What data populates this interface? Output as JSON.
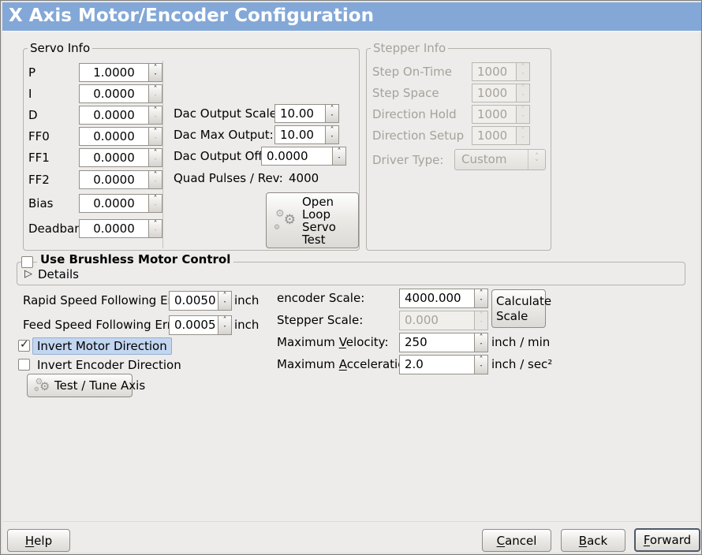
{
  "window": {
    "title": "X Axis Motor/Encoder Configuration"
  },
  "colors": {
    "titlebar": "#83a8d7",
    "background": "#edeceb",
    "focus_highlight": "#c3d6f0"
  },
  "icons": {
    "spin_up": "˄",
    "spin_down": "˅",
    "expander": "▷",
    "check": "✓",
    "gear": "⚙"
  },
  "servo_frame": {
    "title": "Servo Info",
    "fields": [
      {
        "label": "P",
        "value": "1.0000"
      },
      {
        "label": "I",
        "value": "0.0000"
      },
      {
        "label": "D",
        "value": "0.0000"
      },
      {
        "label": "FF0",
        "value": "0.0000"
      },
      {
        "label": "FF1",
        "value": "0.0000"
      },
      {
        "label": "FF2",
        "value": "0.0000"
      },
      {
        "label": "Bias",
        "value": "0.0000"
      },
      {
        "label": "Deadband",
        "value": "0.0000"
      }
    ],
    "dac_output_scale_label": "Dac Output Scale:",
    "dac_output_scale_value": "10.00",
    "dac_max_output_label": "Dac Max Output:",
    "dac_max_output_value": "10.00",
    "dac_output_offset_label": "Dac Output Offset:",
    "dac_output_offset_value": "0.0000",
    "quad_pulses_label": "Quad Pulses / Rev:",
    "quad_pulses_value": "4000",
    "open_loop_button_lines": [
      "Open",
      "Loop",
      "Servo",
      "Test"
    ]
  },
  "stepper_frame": {
    "title": "Stepper Info",
    "fields": [
      {
        "label": "Step On-Time",
        "value": "1000"
      },
      {
        "label": "Step Space",
        "value": "1000"
      },
      {
        "label": "Direction Hold",
        "value": "1000"
      },
      {
        "label": "Direction Setup",
        "value": "1000"
      }
    ],
    "driver_type_label": "Driver Type:",
    "driver_type_value": "Custom"
  },
  "brushless_frame": {
    "checkbox_label": "Use Brushless Motor Control",
    "checkbox_checked": false,
    "details_label": "Details"
  },
  "following_error": {
    "rapid_label": "Rapid Speed Following Error:",
    "rapid_value": "0.0050",
    "rapid_unit": "inch",
    "feed_label": "Feed Speed Following Error:",
    "feed_value": "0.0005",
    "feed_unit": "inch"
  },
  "scale_section": {
    "encoder_scale_label": "encoder Scale:",
    "encoder_scale_value": "4000.000",
    "stepper_scale_label": "Stepper Scale:",
    "stepper_scale_value": "0.000",
    "calculate_button_lines": [
      "Calculate",
      "Scale"
    ],
    "max_velocity_label": {
      "pre": "Maximum ",
      "key": "V",
      "post": "elocity:"
    },
    "max_velocity_value": "250",
    "max_velocity_unit": "inch / min",
    "max_acceleration_label": {
      "pre": "Maximum ",
      "key": "A",
      "post": "cceleration:"
    },
    "max_acceleration_value": "2.0",
    "max_acceleration_unit": "inch / sec²"
  },
  "direction": {
    "invert_motor_label": "Invert Motor Direction",
    "invert_motor_checked": true,
    "invert_encoder_label": "Invert Encoder Direction",
    "invert_encoder_checked": false,
    "test_tune_button": "Test / Tune Axis"
  },
  "footer": {
    "help": {
      "key": "H",
      "post": "elp"
    },
    "cancel": {
      "key": "C",
      "post": "ancel"
    },
    "back": {
      "key": "B",
      "post": "ack"
    },
    "forward": {
      "key": "F",
      "post": "orward"
    }
  }
}
